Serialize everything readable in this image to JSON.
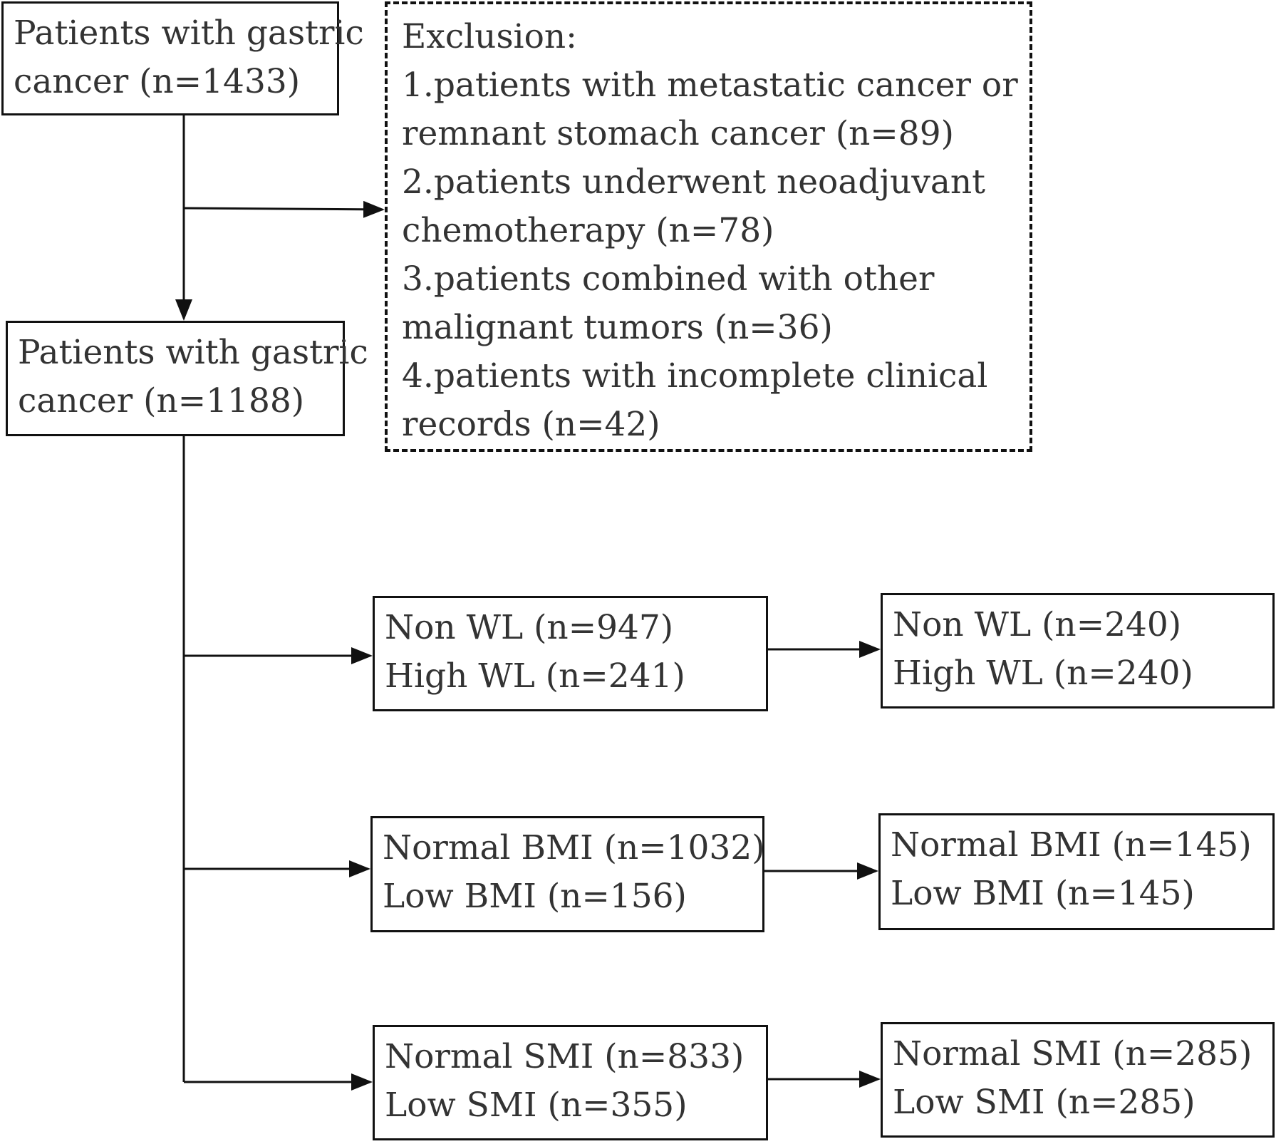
{
  "initial": {
    "line1": "Patients with gastric",
    "line2": "cancer (n=1433)"
  },
  "exclusion": {
    "title": "Exclusion:",
    "lines": [
      "1.patients with metastatic cancer or",
      "remnant stomach cancer (n=89)",
      "2.patients underwent neoadjuvant",
      "chemotherapy (n=78)",
      "3.patients combined with other",
      "malignant tumors (n=36)",
      "4.patients with incomplete clinical",
      "records (n=42)"
    ]
  },
  "included": {
    "line1": "Patients with gastric",
    "line2": "cancer (n=1188)"
  },
  "groups": [
    {
      "before": {
        "line1": "Non WL (n=947)",
        "line2": "High WL (n=241)"
      },
      "after": {
        "line1": "Non WL (n=240)",
        "line2": "High WL (n=240)"
      }
    },
    {
      "before": {
        "line1": "Normal BMI (n=1032)",
        "line2": "Low BMI (n=156)"
      },
      "after": {
        "line1": "Normal BMI (n=145)",
        "line2": "Low BMI (n=145)"
      }
    },
    {
      "before": {
        "line1": "Normal SMI (n=833)",
        "line2": "Low SMI (n=355)"
      },
      "after": {
        "line1": "Normal SMI (n=285)",
        "line2": "Low SMI (n=285)"
      }
    }
  ]
}
